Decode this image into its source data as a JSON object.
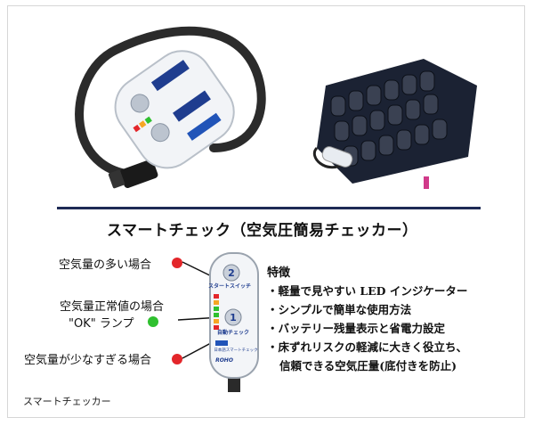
{
  "section_title": "スマートチェック（空気圧簡易チェッカー）",
  "indicators": [
    {
      "label": "空気量の多い場合",
      "color": "#e3262a"
    },
    {
      "label_line1": "空気量正常値の場合",
      "label_line2": "\"OK\" ランプ",
      "color": "#2fc02f"
    },
    {
      "label": "空気量が少なすぎる場合",
      "color": "#e3262a"
    }
  ],
  "device": {
    "button2_number": "2",
    "button2_text": "スタートスイッチ",
    "button1_number": "1",
    "button1_text": "自動チェック",
    "brand": "ROHO",
    "small_text": "日本語スマートチェック"
  },
  "features": {
    "heading": "特徴",
    "items": [
      "・軽量で見やすい LED インジケーター",
      "・シンプルで簡単な使用方法",
      "・バッテリー残量表示と省電力設定",
      "・床ずれリスクの軽減に大きく役立ち、",
      "信頼できる空気圧量(底付きを防止)"
    ]
  },
  "caption": "スマートチェッカー"
}
